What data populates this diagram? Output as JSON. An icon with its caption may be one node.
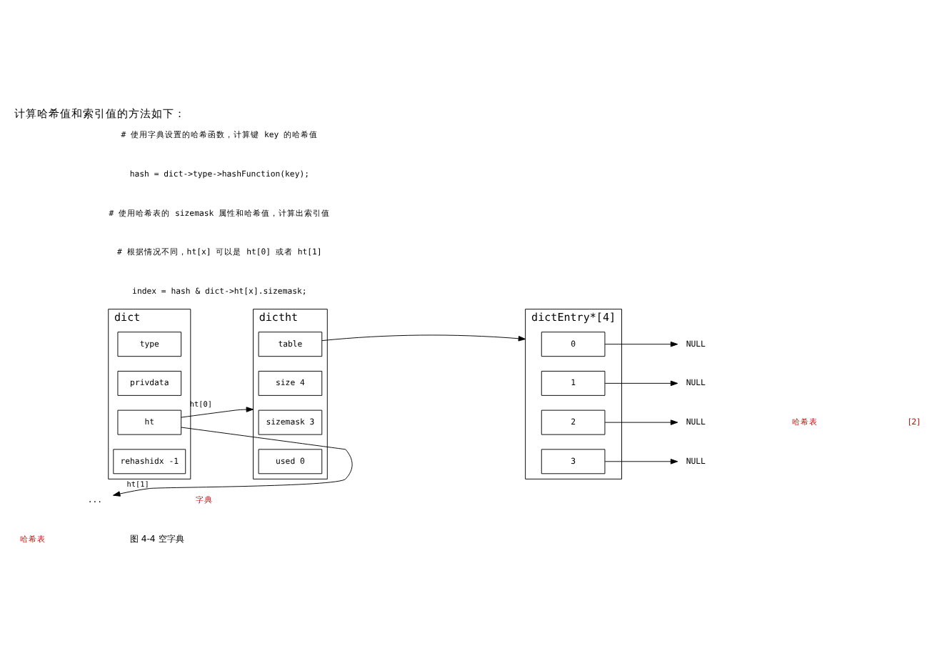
{
  "diagram": {
    "title": "计算哈希值和索引值的方法如下：",
    "caption": "图 4-4 空字典",
    "nodes": [
      {
        "text": [
          "dict"
        ]
      },
      {
        "text": [
          "type"
        ],
        "in": 0
      },
      {
        "text": [
          "privdata"
        ],
        "in": 0
      },
      {
        "text": [
          "ht"
        ],
        "in": 0
      },
      {
        "text": [
          "rehashidx -1"
        ],
        "in": 0
      },
      {
        "text": [
          "dictht"
        ]
      },
      {
        "text": [
          "table"
        ],
        "in": 5
      },
      {
        "text": [
          "size 4"
        ],
        "in": 5
      },
      {
        "text": [
          "sizemask 3"
        ],
        "in": 5
      },
      {
        "text": [
          "used 0"
        ],
        "in": 5
      },
      {
        "text": [
          "dictEntry*[4]"
        ]
      },
      {
        "text": [
          "0"
        ],
        "in": 10
      },
      {
        "text": [
          "1"
        ],
        "in": 10
      },
      {
        "text": [
          "2"
        ],
        "in": 10
      },
      {
        "text": [
          "3"
        ],
        "in": 10
      },
      {
        "text": [
          "NULL"
        ]
      },
      {
        "text": [
          "NULL"
        ]
      },
      {
        "text": [
          "NULL"
        ]
      },
      {
        "text": [
          "NULL"
        ]
      },
      {
        "text": [
          "..."
        ]
      }
    ],
    "edges": [
      {
        "from": 3,
        "to": 5,
        "arrow": "to",
        "label": "ht[0]"
      },
      {
        "from": 3,
        "to": 19,
        "arrow": "to",
        "label": "ht[1]"
      },
      {
        "from": 6,
        "to": 10,
        "arrow": "to"
      },
      {
        "from": 11,
        "to": 15,
        "arrow": "to"
      },
      {
        "from": 12,
        "to": 16,
        "arrow": "to"
      },
      {
        "from": 13,
        "to": 17,
        "arrow": "to"
      },
      {
        "from": 14,
        "to": 18,
        "arrow": "to"
      }
    ],
    "labels": [
      "# 使用字典设置的哈希函数，计算键 key 的哈希值",
      "hash = dict->type->hashFunction(key);",
      "# 使用哈希表的 sizemask 属性和哈希值，计算出索引值",
      "# 根据情况不同，ht[x] 可以是 ht[0] 或者 ht[1]",
      "index = hash & dict->ht[x].sizemask;",
      "哈希表",
      "[2]",
      "字典",
      "哈希表"
    ]
  }
}
